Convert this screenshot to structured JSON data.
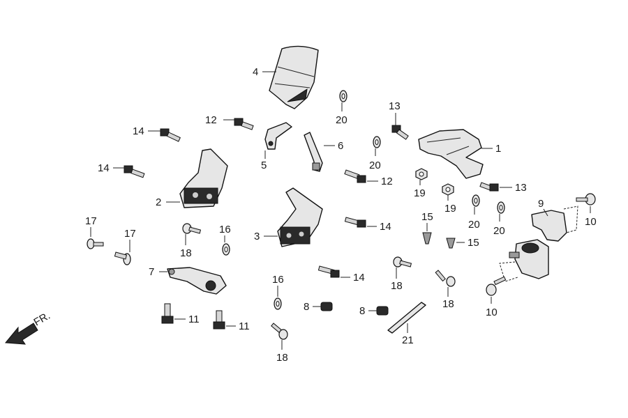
{
  "direction_label": "FR.",
  "callouts": {
    "c1": "1",
    "c2": "2",
    "c3": "3",
    "c4": "4",
    "c5": "5",
    "c6": "6",
    "c7": "7",
    "c8a": "8",
    "c8b": "8",
    "c9": "9",
    "c10a": "10",
    "c10b": "10",
    "c11a": "11",
    "c11b": "11",
    "c12a": "12",
    "c12b": "12",
    "c13a": "13",
    "c13b": "13",
    "c14a": "14",
    "c14b": "14",
    "c14c": "14",
    "c14d": "14",
    "c15a": "15",
    "c15b": "15",
    "c16a": "16",
    "c16b": "16",
    "c17a": "17",
    "c17b": "17",
    "c18a": "18",
    "c18b": "18",
    "c18c": "18",
    "c18d": "18",
    "c19a": "19",
    "c19b": "19",
    "c20a": "20",
    "c20b": "20",
    "c20c": "20",
    "c20d": "20",
    "c21": "21"
  }
}
